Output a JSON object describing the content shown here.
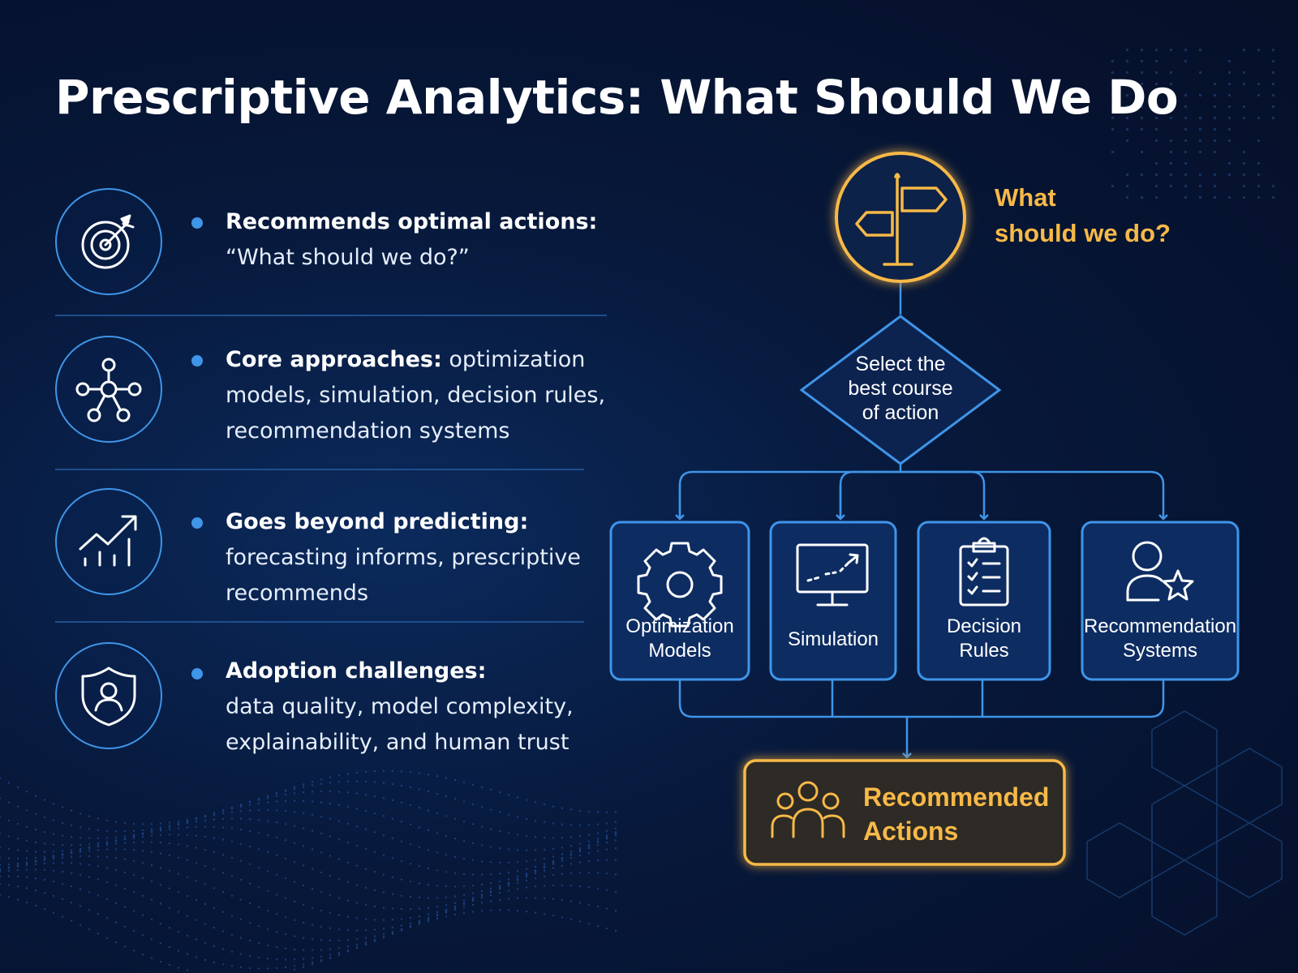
{
  "title": "Prescriptive Analytics: What Should We Do",
  "bullets": [
    {
      "icon": "target-icon",
      "bold": "Recommends optimal actions:",
      "text": "“What should we do?”"
    },
    {
      "icon": "network-nodes-icon",
      "bold": "Core approaches:",
      "text": "optimization models, simulation, decision rules, recommendation systems"
    },
    {
      "icon": "growth-chart-icon",
      "bold": "Goes beyond predicting:",
      "text": "forecasting informs, prescriptive recommends"
    },
    {
      "icon": "shield-user-icon",
      "bold": "Adoption challenges:",
      "text": "data quality, model complexity, explainability, and human trust"
    }
  ],
  "diagram": {
    "question": {
      "icon": "signpost-icon",
      "lines": [
        "What",
        "should we do?"
      ]
    },
    "decision": {
      "lines": [
        "Select the",
        "best course",
        "of action"
      ]
    },
    "methods": [
      {
        "icon": "gear-icon",
        "lines": [
          "Optimization",
          "Models"
        ]
      },
      {
        "icon": "monitor-chart-icon",
        "lines": [
          "Simulation"
        ]
      },
      {
        "icon": "checklist-icon",
        "lines": [
          "Decision",
          "Rules"
        ]
      },
      {
        "icon": "user-star-icon",
        "lines": [
          "Recommendation",
          "Systems"
        ]
      }
    ],
    "result": {
      "icon": "people-group-icon",
      "lines": [
        "Recommended",
        "Actions"
      ]
    }
  },
  "colors": {
    "background": "#07183a",
    "accent_blue": "#3f95e8",
    "accent_gold": "#f7b947",
    "divider": "#1f4f8e"
  }
}
